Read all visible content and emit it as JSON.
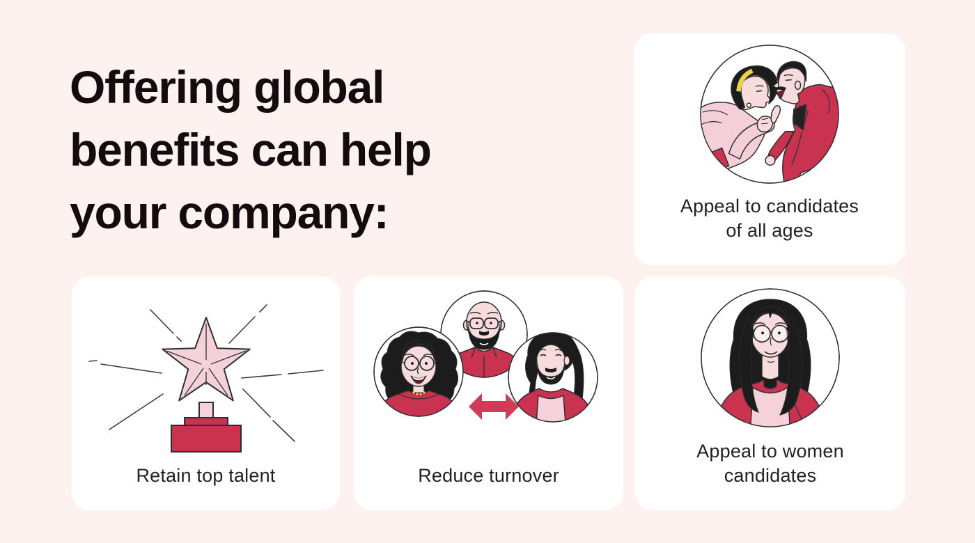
{
  "title": {
    "text": "Offering global benefits can help your company:",
    "lines": [
      "Offering global",
      "benefits can help",
      "your company:"
    ]
  },
  "cards": [
    {
      "id": "appeal-all-ages",
      "label": "Appeal to candidates of all ages",
      "label_lines": [
        "Appeal to candidates",
        "of all ages"
      ],
      "icon": "two-people-talking-icon"
    },
    {
      "id": "retain-top-talent",
      "label": "Retain top talent",
      "label_lines": [
        "Retain top talent",
        ""
      ],
      "icon": "star-trophy-icon"
    },
    {
      "id": "reduce-turnover",
      "label": "Reduce turnover",
      "label_lines": [
        "Reduce turnover",
        ""
      ],
      "icon": "three-people-exchange-icon"
    },
    {
      "id": "appeal-women-candidates",
      "label": "Appeal to women candidates",
      "label_lines": [
        "Appeal to women",
        "candidates"
      ],
      "icon": "woman-portrait-icon"
    }
  ],
  "colors": {
    "background": "#FDF2F0",
    "card_background": "#FFFFFF",
    "title_text": "#150B0E",
    "label_text": "#212121",
    "accent_red": "#C9334F",
    "arrow_red": "#D23B57",
    "light_pink": "#F5CFD7",
    "skin_pink": "#F8DCDD",
    "outline": "#2E2E2E",
    "headband_yellow": "#E9D348",
    "hair_black": "#1C1C1C"
  }
}
